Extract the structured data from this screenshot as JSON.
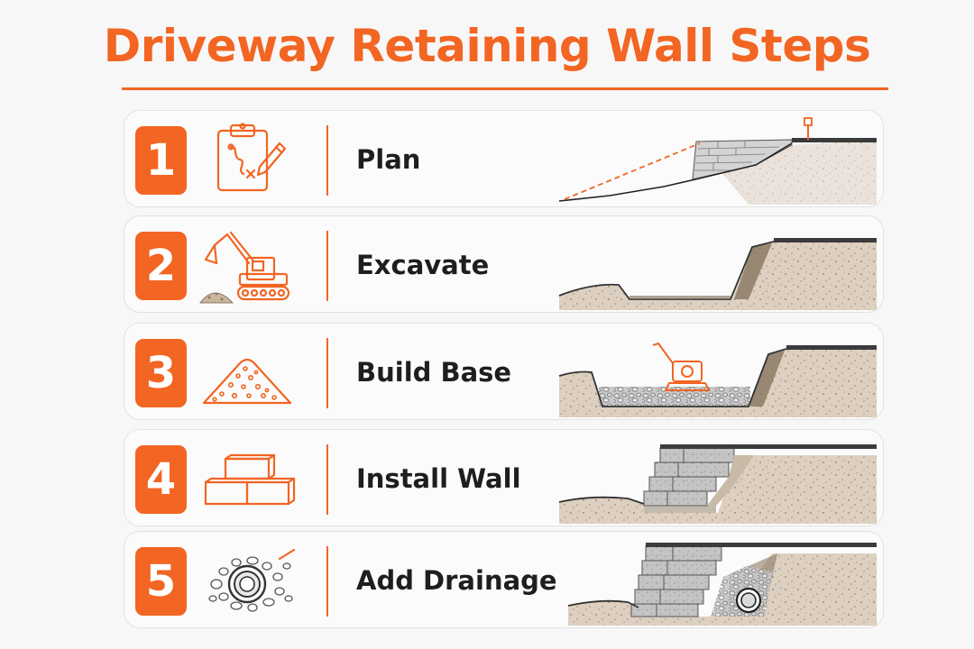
{
  "title": "Driveway Retaining Wall Steps",
  "accent_color": "#f26522",
  "steps": [
    {
      "number": "1",
      "label": "Plan",
      "icon": "clipboard-plan-icon"
    },
    {
      "number": "2",
      "label": "Excavate",
      "icon": "excavator-icon"
    },
    {
      "number": "3",
      "label": "Build Base",
      "icon": "gravel-pile-icon"
    },
    {
      "number": "4",
      "label": "Install Wall",
      "icon": "blocks-icon"
    },
    {
      "number": "5",
      "label": "Add Drainage",
      "icon": "drain-pipe-icon"
    }
  ]
}
